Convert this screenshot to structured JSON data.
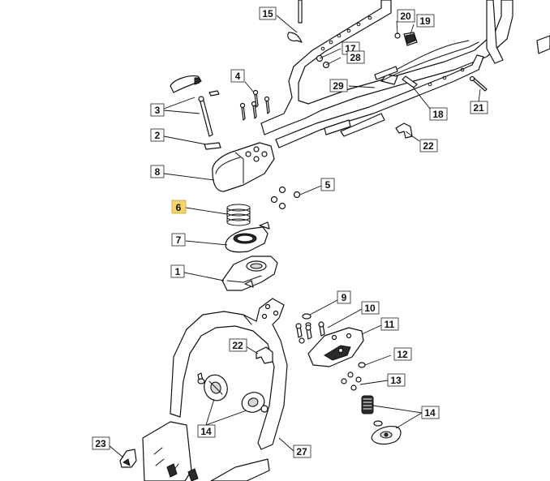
{
  "diagram": {
    "highlight_color": "#f6d36a",
    "callouts": {
      "c1": "1",
      "c2": "2",
      "c3": "3",
      "c4": "4",
      "c5": "5",
      "c6": "6",
      "c7": "7",
      "c8": "8",
      "c9": "9",
      "c10": "10",
      "c11": "11",
      "c12": "12",
      "c13": "13",
      "c14a": "14",
      "c14b": "14",
      "c15": "15",
      "c17": "17",
      "c18": "18",
      "c19": "19",
      "c20": "20",
      "c21": "21",
      "c22a": "22",
      "c22b": "22",
      "c23": "23",
      "c27": "27",
      "c28": "28",
      "c29": "29"
    }
  }
}
